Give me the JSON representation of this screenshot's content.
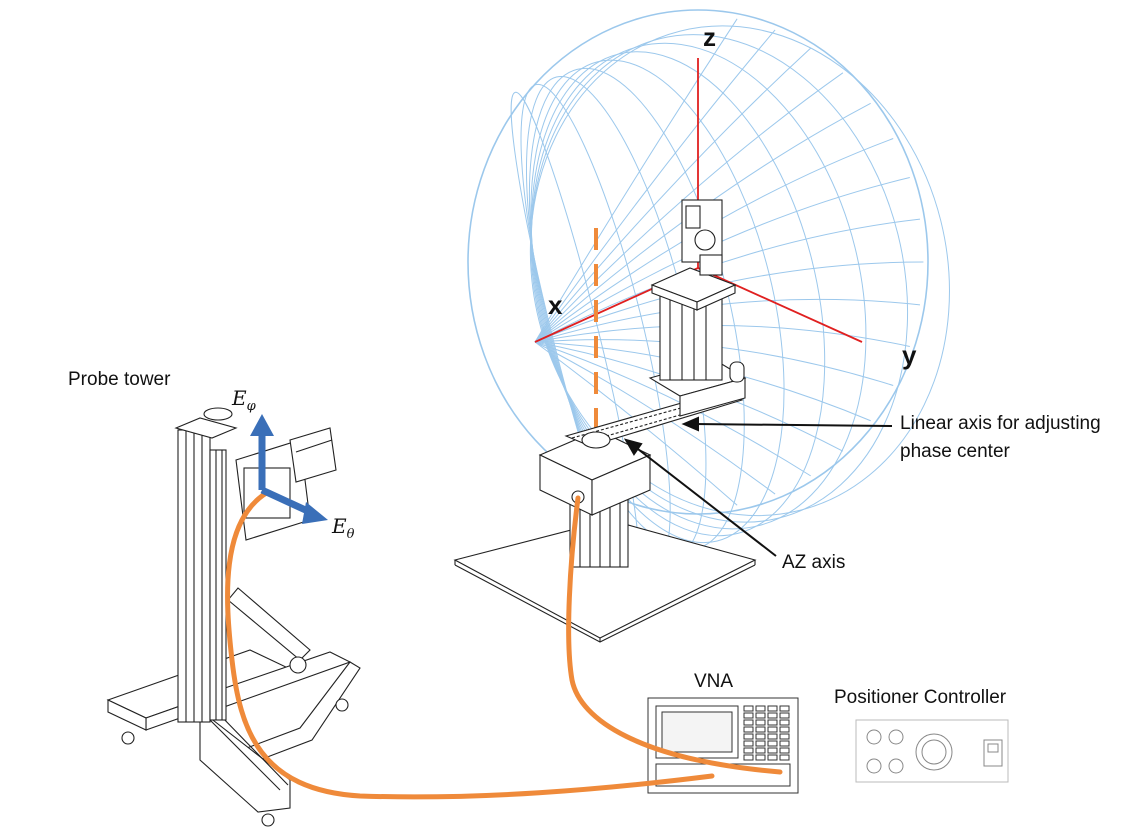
{
  "labels": {
    "probe_tower": "Probe tower",
    "linear_axis_line1": "Linear axis for adjusting",
    "linear_axis_line2": "phase center",
    "az_axis": "AZ axis",
    "vna": "VNA",
    "positioner_controller": "Positioner Controller"
  },
  "axes": {
    "x": "x",
    "y": "y",
    "z": "z"
  },
  "field_vectors": {
    "phi_base": "E",
    "phi_sub": "φ",
    "theta_base": "E",
    "theta_sub": "θ"
  },
  "colors": {
    "sphere_grid": "#9cc8ec",
    "axes": "#e02020",
    "cable": "#ef8a3a",
    "vector": "#3a6fb8",
    "line": "#222222"
  }
}
